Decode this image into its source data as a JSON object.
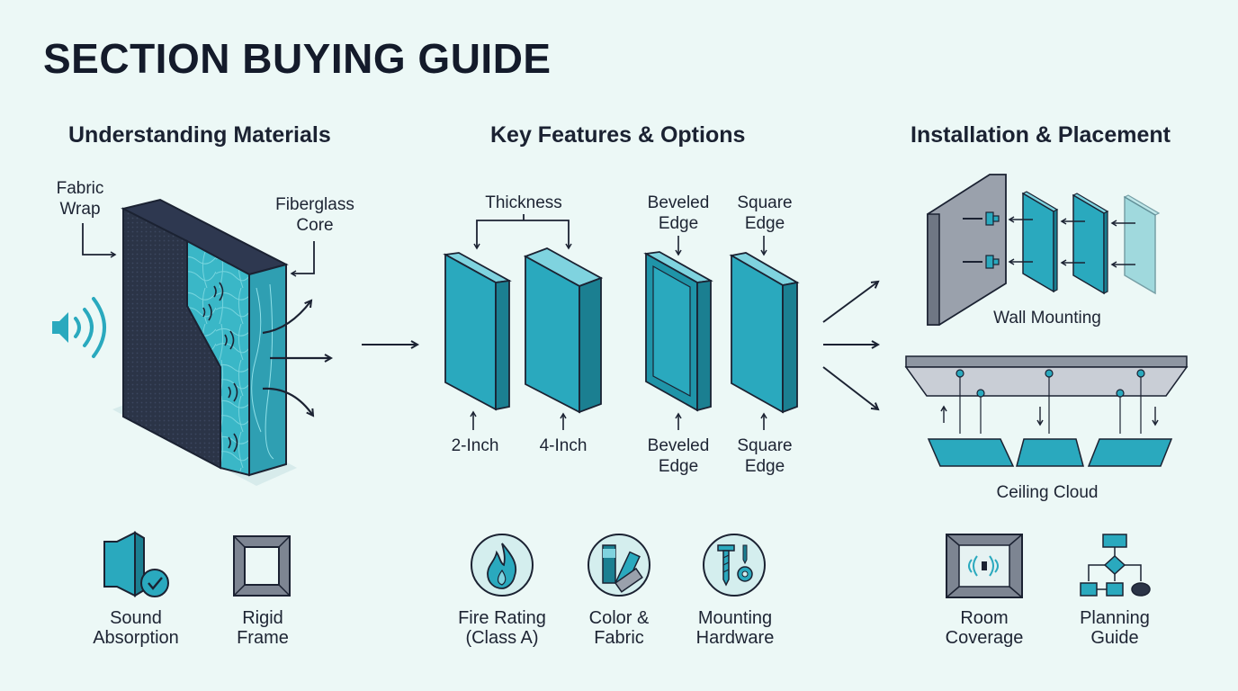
{
  "title": "SECTION BUYING GUIDE",
  "columns": {
    "materials": {
      "heading": "Understanding Materials",
      "label_fabric": [
        "Fabric",
        "Wrap"
      ],
      "label_core": [
        "Fiberglass",
        "Core"
      ],
      "icons": [
        {
          "icon": "sound-absorption-icon",
          "label": [
            "Sound",
            "Absorption"
          ]
        },
        {
          "icon": "rigid-frame-icon",
          "label": [
            "Rigid",
            "Frame"
          ]
        }
      ]
    },
    "features": {
      "heading": "Key Features & Options",
      "label_thickness": "Thickness",
      "label_2in": "2-Inch",
      "label_4in": "4-Inch",
      "label_beveled_top": [
        "Beveled",
        "Edge"
      ],
      "label_square_top": [
        "Square",
        "Edge"
      ],
      "label_beveled_bottom": [
        "Beveled",
        "Edge"
      ],
      "label_square_bottom": [
        "Square",
        "Edge"
      ],
      "icons": [
        {
          "icon": "fire-rating-icon",
          "label": [
            "Fire Rating",
            "(Class A)"
          ]
        },
        {
          "icon": "color-fabric-icon",
          "label": [
            "Color &",
            "Fabric"
          ]
        },
        {
          "icon": "mounting-hardware-icon",
          "label": [
            "Mounting",
            "Hardware"
          ]
        }
      ]
    },
    "installation": {
      "heading": "Installation & Placement",
      "label_wall": "Wall Mounting",
      "label_ceiling": "Ceiling Cloud",
      "icons": [
        {
          "icon": "room-coverage-icon",
          "label": [
            "Room",
            "Coverage"
          ]
        },
        {
          "icon": "planning-guide-icon",
          "label": [
            "Planning",
            "Guide"
          ]
        }
      ]
    }
  },
  "colors": {
    "background": "#ecf8f6",
    "teal": "#2aa9be",
    "teal_dark": "#1b7f91",
    "navy": "#1b2232",
    "fabric": "#2b3447",
    "gray": "#7d8592"
  }
}
